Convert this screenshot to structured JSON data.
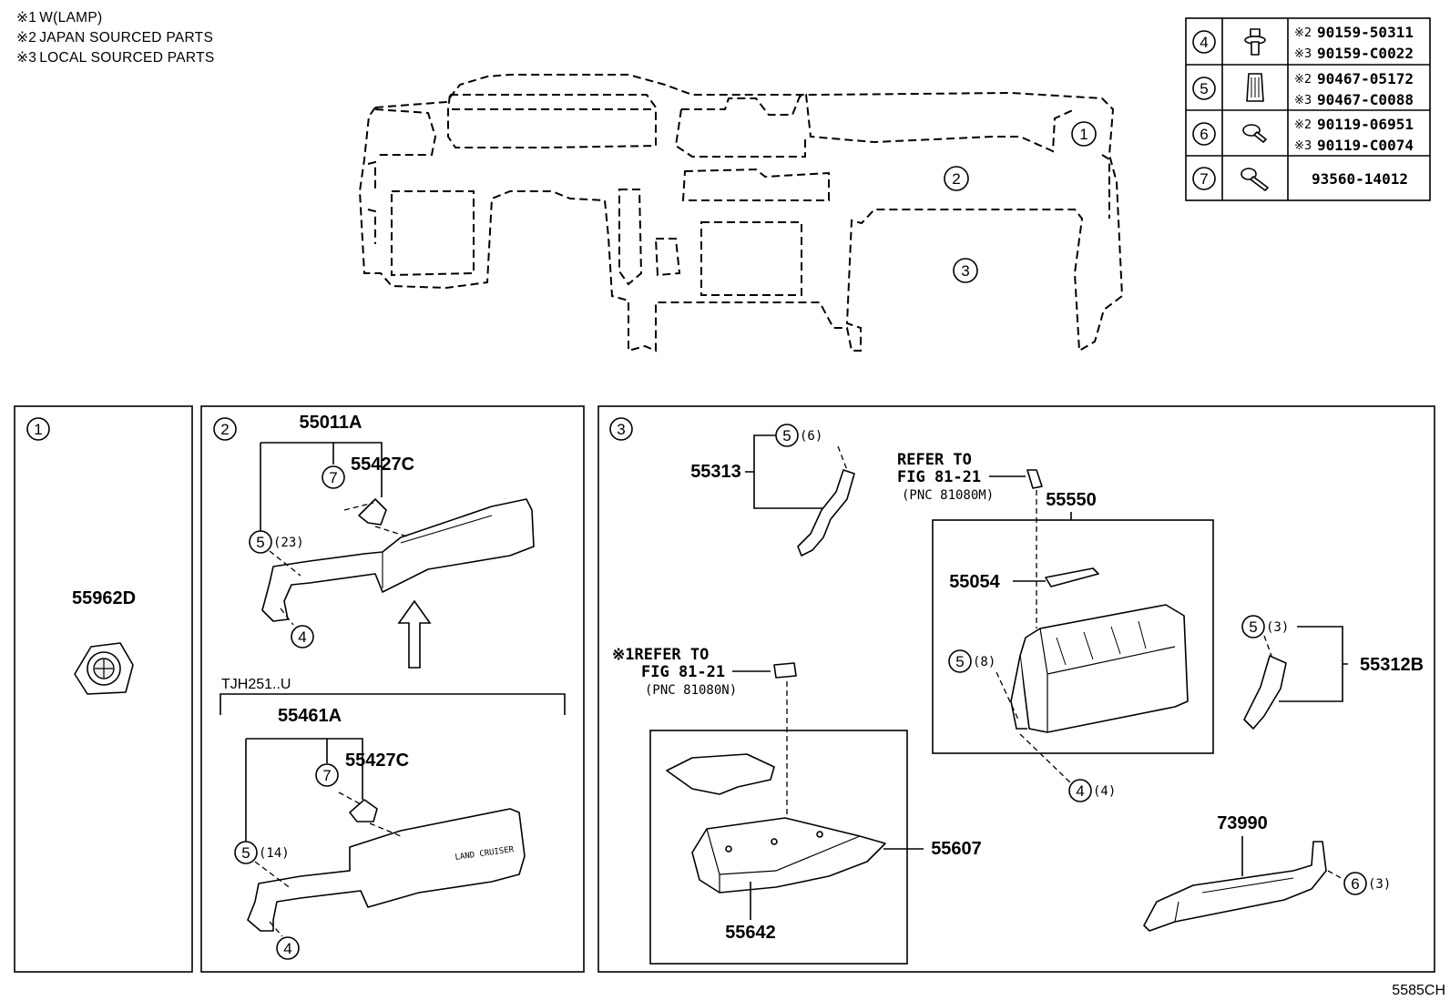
{
  "notes": [
    {
      "mark": "※1",
      "text": "W(LAMP)"
    },
    {
      "mark": "※2",
      "text": "JAPAN SOURCED PARTS"
    },
    {
      "mark": "※3",
      "text": "LOCAL SOURCED PARTS"
    }
  ],
  "hardware_table": [
    {
      "num": "4",
      "icon": "bolt-washer-icon",
      "parts": [
        {
          "mark": "※2",
          "pn": "90159-50311"
        },
        {
          "mark": "※3",
          "pn": "90159-C0022"
        }
      ]
    },
    {
      "num": "5",
      "icon": "clip-icon",
      "parts": [
        {
          "mark": "※2",
          "pn": "90467-05172"
        },
        {
          "mark": "※3",
          "pn": "90467-C0088"
        }
      ]
    },
    {
      "num": "6",
      "icon": "screw-icon",
      "parts": [
        {
          "mark": "※2",
          "pn": "90119-06951"
        },
        {
          "mark": "※3",
          "pn": "90119-C0074"
        }
      ]
    },
    {
      "num": "7",
      "icon": "screw-long-icon",
      "parts": [
        {
          "mark": "",
          "pn": "93560-14012"
        }
      ]
    }
  ],
  "overview": {
    "callouts": [
      "1",
      "2",
      "3"
    ]
  },
  "panel1": {
    "num": "1",
    "part": "55962D"
  },
  "panel2": {
    "num": "2",
    "upper": {
      "assembly": "55011A",
      "sub": "55427C",
      "screw": "7",
      "clip": "5",
      "clip_qty": "(23)",
      "bolt": "4"
    },
    "model": "TJH251..U",
    "lower": {
      "assembly": "55461A",
      "sub": "55427C",
      "screw": "7",
      "clip": "5",
      "clip_qty": "(14)",
      "bolt": "4",
      "emblem": "LAND CRUISER"
    }
  },
  "panel3": {
    "num": "3",
    "p55313": {
      "part": "55313",
      "clip": "5",
      "qty": "(6)"
    },
    "ref_m": {
      "line1": "REFER TO",
      "line2": "FIG 81-21",
      "line3": "(PNC 81080M)"
    },
    "p55550": {
      "part": "55550"
    },
    "p55054": {
      "part": "55054"
    },
    "p55550_clip": {
      "clip": "5",
      "qty": "(8)"
    },
    "p55550_bolt": {
      "bolt": "4",
      "qty": "(4)"
    },
    "ref_n": {
      "mark": "※1",
      "line1": "REFER TO",
      "line2": "FIG 81-21",
      "line3": "(PNC 81080N)"
    },
    "p55607": {
      "part": "55607"
    },
    "p55642": {
      "part": "55642"
    },
    "p55312B": {
      "part": "55312B",
      "clip": "5",
      "qty": "(3)"
    },
    "p73990": {
      "part": "73990",
      "screw": "6",
      "qty": "(3)"
    }
  },
  "figure_code": "5585CH"
}
